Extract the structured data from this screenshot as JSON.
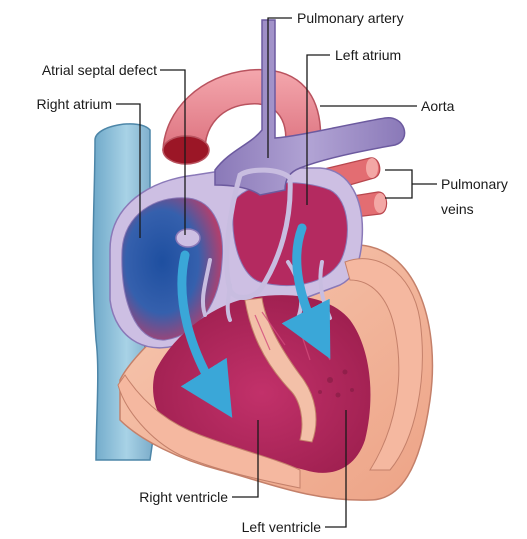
{
  "labels": {
    "pulmonary_artery": "Pulmonary artery",
    "left_atrium": "Left atrium",
    "atrial_septal_defect": "Atrial septal defect",
    "right_atrium": "Right atrium",
    "aorta": "Aorta",
    "pulmonary_veins_line1": "Pulmonary",
    "pulmonary_veins_line2": "veins",
    "right_ventricle": "Right ventricle",
    "left_ventricle": "Left ventricle"
  },
  "colors": {
    "vena_cava": "#8fc3dc",
    "aorta": "#eb8d96",
    "pulmonary_artery": "#9d8bc4",
    "myocardium_inner": "#b72a5d",
    "outer_wall": "#f2b79f",
    "right_atrium_blood": "#2a64b0",
    "flow_arrow": "#3aa7d8",
    "valve_outline": "#c8bde0"
  }
}
